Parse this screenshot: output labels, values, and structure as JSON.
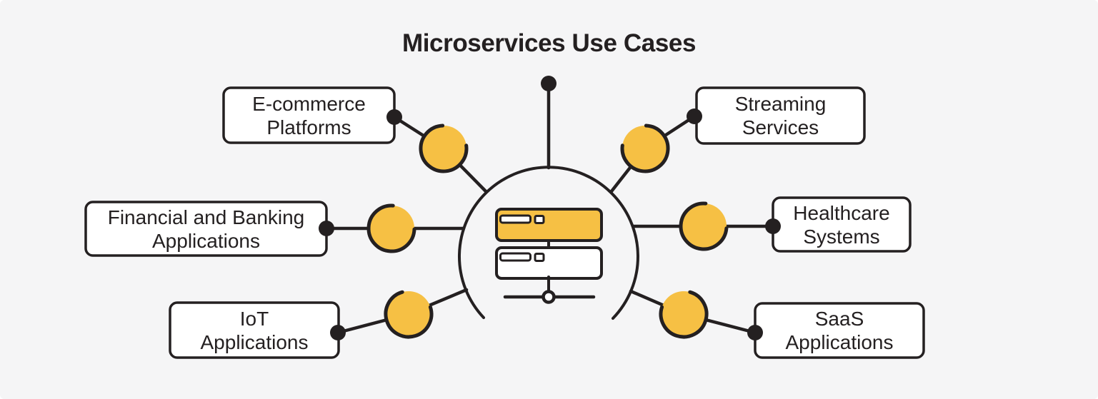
{
  "title": "Microservices Use Cases",
  "colors": {
    "background": "#F5F5F6",
    "ink": "#242021",
    "accent_yellow": "#F6C044",
    "box_fill": "#FFFFFF"
  },
  "diagram": {
    "hub_icon": "server-stack-icon",
    "use_cases": [
      {
        "id": "ecommerce",
        "lines": [
          "E-commerce",
          "Platforms"
        ]
      },
      {
        "id": "streaming",
        "lines": [
          "Streaming",
          "Services"
        ]
      },
      {
        "id": "financial",
        "lines": [
          "Financial and Banking",
          "Applications"
        ]
      },
      {
        "id": "healthcare",
        "lines": [
          "Healthcare",
          "Systems"
        ]
      },
      {
        "id": "iot",
        "lines": [
          "IoT",
          "Applications"
        ]
      },
      {
        "id": "saas",
        "lines": [
          "SaaS",
          "Applications"
        ]
      }
    ]
  }
}
